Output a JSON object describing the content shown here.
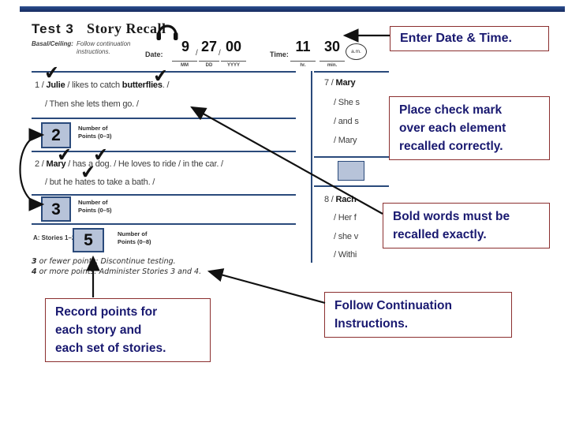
{
  "header": {
    "bar_color": "#1c3566",
    "test_label": "Test 3",
    "test_name": "Story Recall",
    "basal_label": "Basal/Ceiling:",
    "basal_text": "Follow continuation\ninstructions.",
    "headphones_icon": "headphones"
  },
  "date_time": {
    "date_label": "Date:",
    "date_values": {
      "mm": "9",
      "dd": "27",
      "yyyy": "00"
    },
    "date_field_labels": {
      "mm": "MM",
      "dd": "DD",
      "yyyy": "YYYY"
    },
    "slash": "/",
    "time_label": "Time:",
    "time_values": {
      "hr": "11",
      "min": "30"
    },
    "time_field_labels": {
      "hr": "hr.",
      "min": "min."
    },
    "ampm_circled": "a.m."
  },
  "checkmark_glyph": "✔",
  "stories": {
    "story1_line1": [
      {
        "t": "1 / "
      },
      {
        "t": "Julie",
        "b": true
      },
      {
        "t": " / likes to catch "
      },
      {
        "t": "butterflies",
        "b": true
      },
      {
        "t": ". /"
      }
    ],
    "story1_line2": [
      {
        "t": "/ Then she lets them go. /"
      }
    ],
    "story2_line1": [
      {
        "t": "2 / "
      },
      {
        "t": "Mary",
        "b": true
      },
      {
        "t": " / has a dog. / He loves to ride / in the car. /"
      }
    ],
    "story2_line2": [
      {
        "t": "/ but he hates to take a bath. /"
      }
    ]
  },
  "points_rows": [
    {
      "value": "2",
      "label": "Number of\nPoints (0–3)"
    },
    {
      "value": "3",
      "label": "Number of\nPoints (0–5)"
    },
    {
      "value": "5",
      "label": "Number of\nPoints (0–8)",
      "prefix": "A: Stories 1–2"
    }
  ],
  "continuation_rules": [
    [
      {
        "t": "3",
        "b": true
      },
      {
        "t": " or fewer points: Discontinue testing."
      }
    ],
    [
      {
        "t": "4",
        "b": true
      },
      {
        "t": " or more points: Administer Stories 3 and 4."
      }
    ]
  ],
  "right_column": {
    "line1": [
      {
        "t": "7 / "
      },
      {
        "t": "Mary",
        "b": true
      }
    ],
    "line2": [
      {
        "t": "/ She s"
      }
    ],
    "line3": [
      {
        "t": "/ and s"
      }
    ],
    "line4": [
      {
        "t": "/ Mary"
      }
    ],
    "line5": [
      {
        "t": "8 / "
      },
      {
        "t": "Rach",
        "b": true
      }
    ],
    "line6": [
      {
        "t": "/ Her f"
      }
    ],
    "line7": [
      {
        "t": "/ she v"
      }
    ],
    "line8": [
      {
        "t": "/ Withi"
      }
    ]
  },
  "callouts": {
    "border_color": "#8b2f2f",
    "text_color": "#191970",
    "enter_date_time": "Enter Date & Time.",
    "place_check_mark": "Place check mark\nover each element\nrecalled correctly.",
    "bold_words": "Bold words must be\nrecalled exactly.",
    "follow_continuation": "Follow Continuation\nInstructions.",
    "record_points": "Record points for\neach story and\neach set of stories."
  },
  "annotation_colors": {
    "arrow": "#111111",
    "points_box_fill": "#b7c3d9",
    "form_line": "#2a4a7b"
  }
}
